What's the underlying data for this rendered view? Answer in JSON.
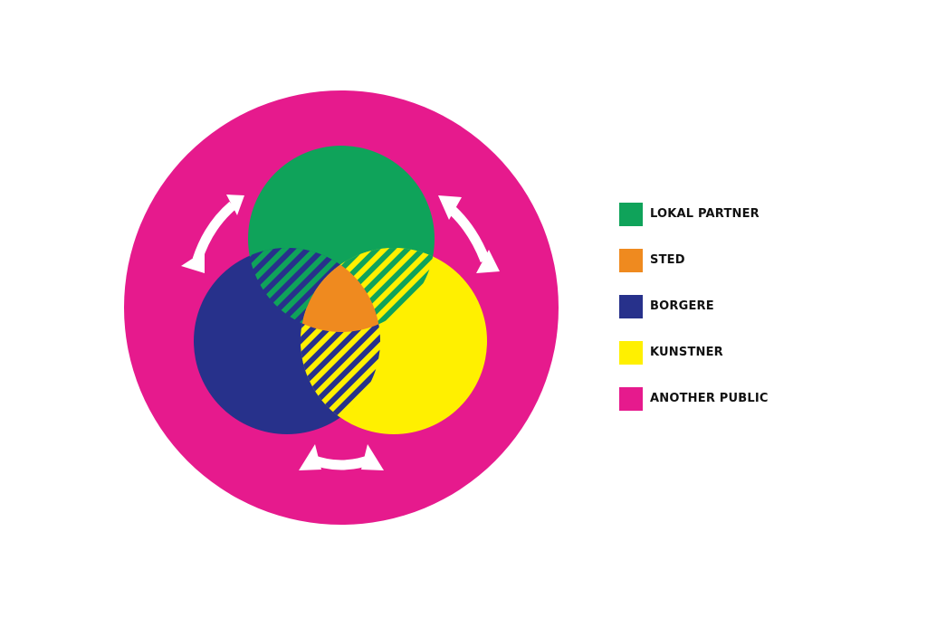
{
  "colors": {
    "lokal_partner": "#0fa35a",
    "sted": "#ef8a1f",
    "borgere": "#27318b",
    "kunstner": "#fff000",
    "another_public": "#e61a8d",
    "arrow": "#ffffff"
  },
  "legend": [
    {
      "label": "LOKAL PARTNER",
      "color": "#0fa35a"
    },
    {
      "label": "STED",
      "color": "#ef8a1f"
    },
    {
      "label": "BORGERE",
      "color": "#27318b"
    },
    {
      "label": "KUNSTNER",
      "color": "#fff000"
    },
    {
      "label": "ANOTHER PUBLIC",
      "color": "#e61a8d"
    }
  ],
  "arrows": [
    "curved-double-arrow",
    "curved-double-arrow",
    "curved-double-arrow"
  ]
}
